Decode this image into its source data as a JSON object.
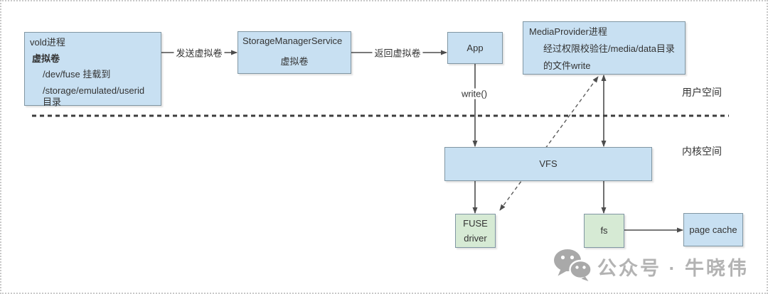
{
  "boxes": {
    "vold": {
      "title": "vold进程",
      "subtitle": "虚拟卷",
      "mount_line": "/dev/fuse 挂载到",
      "dir_line": "/storage/emulated/userid 目录"
    },
    "storage_manager": {
      "title": "StorageManagerService",
      "subtitle": "虚拟卷"
    },
    "app": {
      "label": "App"
    },
    "media_provider": {
      "title": "MediaProvider进程",
      "desc_line1": "经过权限校验往/media/data目录",
      "desc_line2": "的文件write"
    },
    "vfs": {
      "label": "VFS"
    },
    "fuse_driver": {
      "line1": "FUSE",
      "line2": "driver"
    },
    "fs": {
      "label": "fs"
    },
    "page_cache": {
      "label": "page cache"
    }
  },
  "edges": {
    "send_virtual_volume": "发送虚拟卷",
    "return_virtual_volume": "返回虚拟卷",
    "write_call": "write()"
  },
  "regions": {
    "user_space": "用户空间",
    "kernel_space": "内核空间"
  },
  "watermark": {
    "icon": "wechat-icon",
    "text": "公众号 · 牛晓伟"
  },
  "colors": {
    "box_blue": "#c8e0f2",
    "box_green": "#d6ead4",
    "box_border": "#8096a3",
    "arrow": "#4d4d4d",
    "watermark_gray": "#b3b3b3"
  }
}
